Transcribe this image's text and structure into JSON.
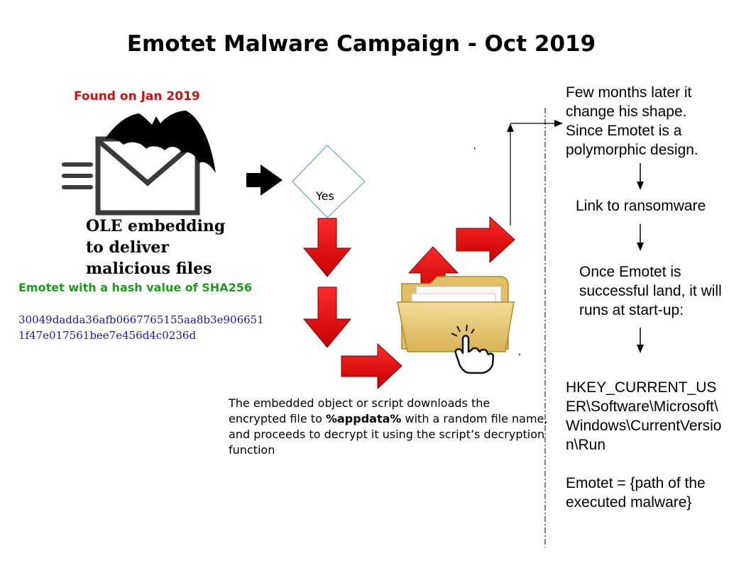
{
  "title": "Emotet Malware Campaign - Oct 2019",
  "found": "Found on Jan 2019",
  "ole_text": "OLE embedding\nto deliver\nmalicious files",
  "hash_label": "Emotet with a hash value of SHA256",
  "hash_value": "30049dadda36afb0667765155aa8b3e906651\n1f47e017561bee7e456d4c0236d",
  "decision_label": "Yes",
  "description": {
    "before": "The embedded object or script downloads the encrypted file to ",
    "highlight": "%appdata%",
    "after": " with a random file name, and proceeds to decrypt it using the script’s decryption function"
  },
  "right_column": {
    "step1": "Few months later it\nchange his shape.\nSince Emotet is a\npolymorphic design.",
    "step2": "Link to ransomware",
    "step3": "Once Emotet is\nsuccessful land, it will\nruns at start-up:",
    "step4": "HKEY_CURRENT_US\nER\\Software\\Microsoft\\\nWindows\\CurrentVersio\nn\\Run",
    "step5": "Emotet = {path of the\nexecuted malware}"
  },
  "icons": {
    "email": "email-envelope-icon",
    "bat": "bat-icon",
    "folder": "folder-icon",
    "hand": "hand-pointer-icon"
  },
  "colors": {
    "title": "#000000",
    "found": "#cc1111",
    "hash_label": "#1f9a1f",
    "hash_value": "#1a1aa8",
    "red_arrow": "#e00000",
    "diamond": "#6aa0d8"
  }
}
